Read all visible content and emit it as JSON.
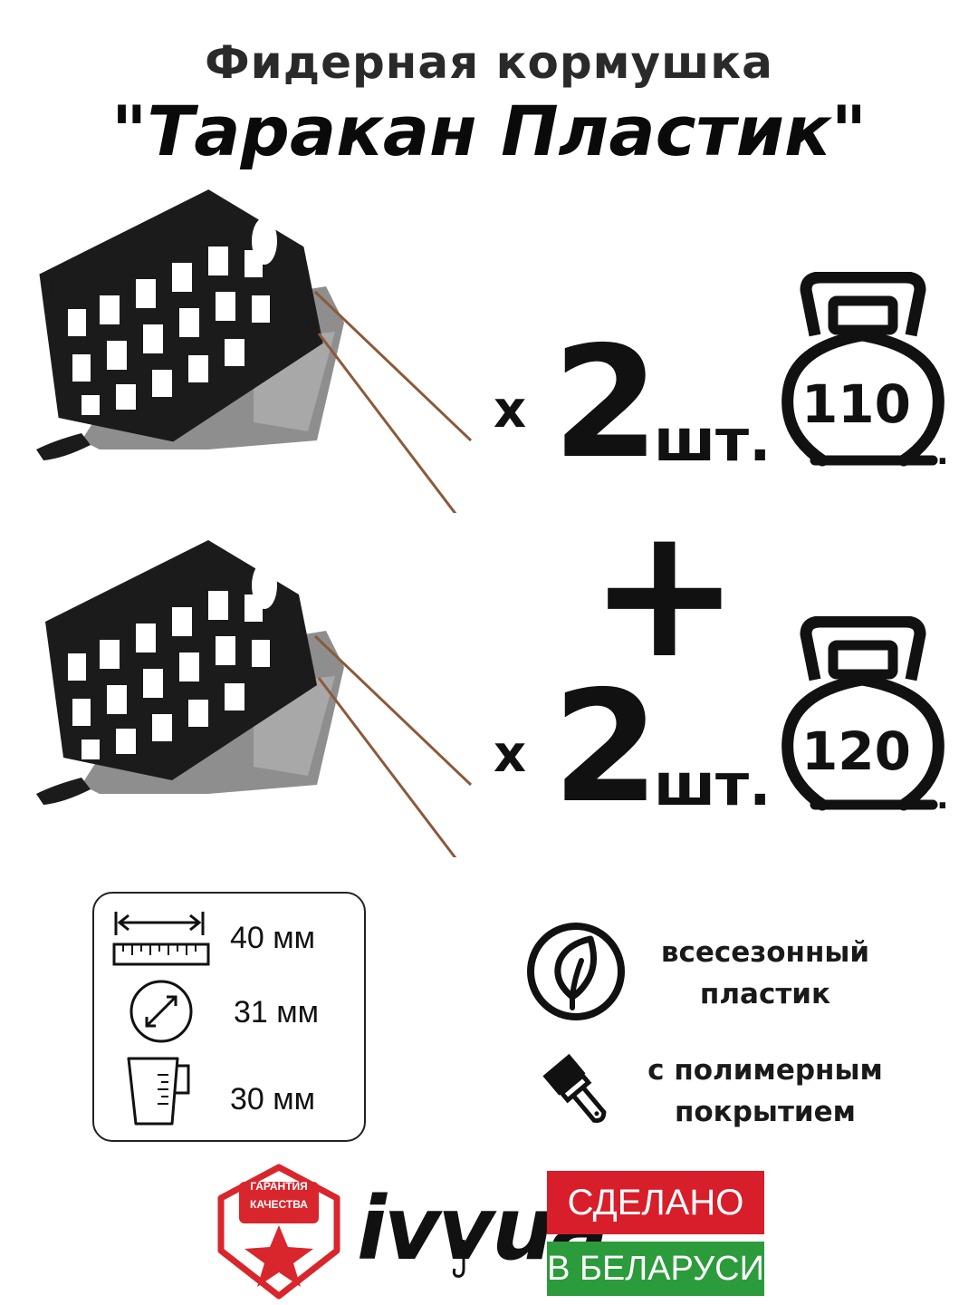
{
  "title": {
    "line1": "Фидерная кормушка",
    "line2": "\"Таракан Пластик\""
  },
  "offers": [
    {
      "multiplier": "x",
      "count": "2",
      "unit": "шт.",
      "weight": "110",
      "suffix": "."
    },
    {
      "multiplier": "x",
      "count": "2",
      "unit": "шт.",
      "weight": "120",
      "suffix": "."
    }
  ],
  "plus_sign": "+",
  "specs": {
    "length": "40 мм",
    "diameter": "31 мм",
    "volume": "30 мм"
  },
  "features": {
    "material_line1": "всесезонный",
    "material_line2": "пластик",
    "coating_line1": "с полимерным",
    "coating_line2": "покрытием"
  },
  "badges": {
    "quality_line1": "ГАРАНТИЯ",
    "quality_line2": "КАЧЕСТВА",
    "brand": "ivvua",
    "made_line1": "СДЕЛАНО",
    "made_line2": "В БЕЛАРУСИ"
  },
  "colors": {
    "feeder_body": "#1b1b1b",
    "lead_weight": "#8e8e8e",
    "wire": "#8a5a3a",
    "made_red": "#d71e2a",
    "made_green": "#2c9b3c",
    "brand_green": "#5aa12b",
    "quality_red": "#d8262c"
  },
  "icons": {
    "weight": "kettlebell-icon",
    "length": "ruler-icon",
    "diameter": "diameter-icon",
    "volume": "measuring-cup-icon",
    "material": "leaf-icon",
    "coating": "paintbrush-icon"
  }
}
